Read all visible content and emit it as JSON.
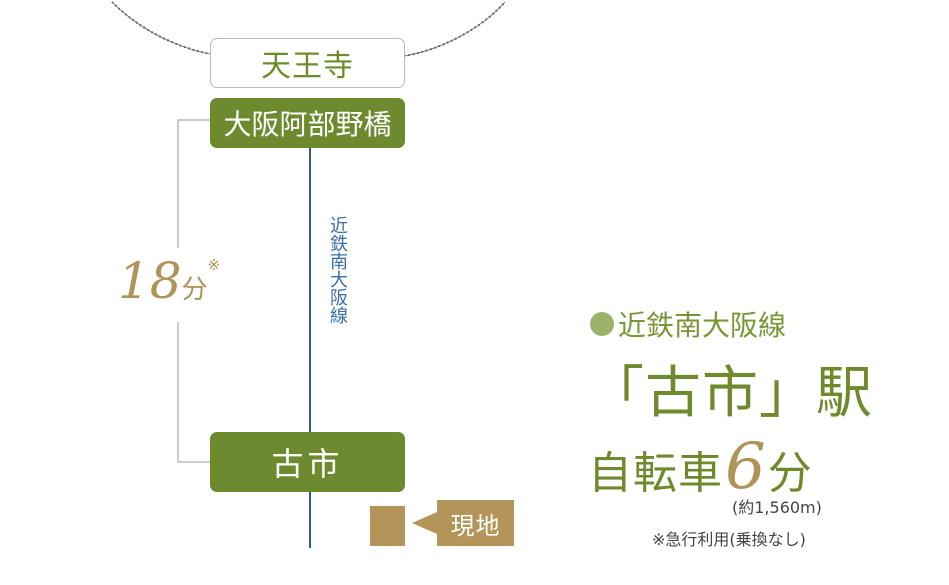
{
  "stations": {
    "tennoji": "天王寺",
    "osaka_abenobashi": "大阪阿部野橋",
    "furuichi": "古市"
  },
  "route_line_name": "近鉄南大阪線",
  "travel_time": {
    "value": "18",
    "unit": "分",
    "note_mark": "※"
  },
  "site_label": "現地",
  "info": {
    "line_name": "近鉄南大阪線",
    "station": "「古市」駅",
    "access_mode": "自転車",
    "access_time_value": "6",
    "access_time_unit": "分",
    "distance": "(約1,560m)",
    "note": "※急行利用(乗換なし)"
  },
  "colors": {
    "line_green": "#6d8a2f",
    "text_green": "#6f8a2c",
    "gold": "#b09357",
    "site_gold": "#b3955a",
    "rail_blue": "#2c5aa0",
    "loop_line": "#555555"
  }
}
